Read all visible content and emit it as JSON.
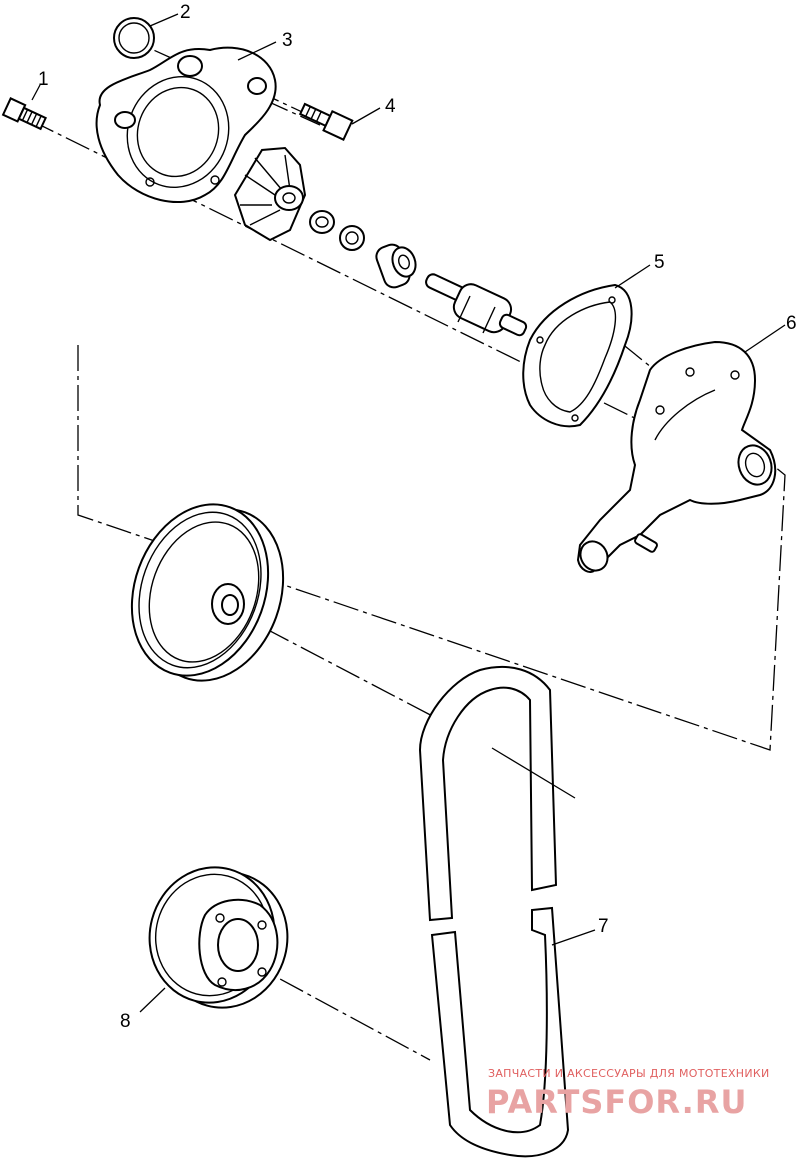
{
  "callouts": [
    {
      "id": "1",
      "name": "bolt"
    },
    {
      "id": "2",
      "name": "o-ring"
    },
    {
      "id": "3",
      "name": "pump-cover"
    },
    {
      "id": "4",
      "name": "bolt"
    },
    {
      "id": "5",
      "name": "gasket"
    },
    {
      "id": "6",
      "name": "pump-housing"
    },
    {
      "id": "7",
      "name": "drive-belt"
    },
    {
      "id": "8",
      "name": "drive-pulley"
    }
  ],
  "watermark": {
    "line1": "ЗАПЧАСТИ И АКСЕССУАРЫ ДЛЯ МОТОТЕХНИКИ",
    "line2": "PARTSFOR.RU"
  }
}
